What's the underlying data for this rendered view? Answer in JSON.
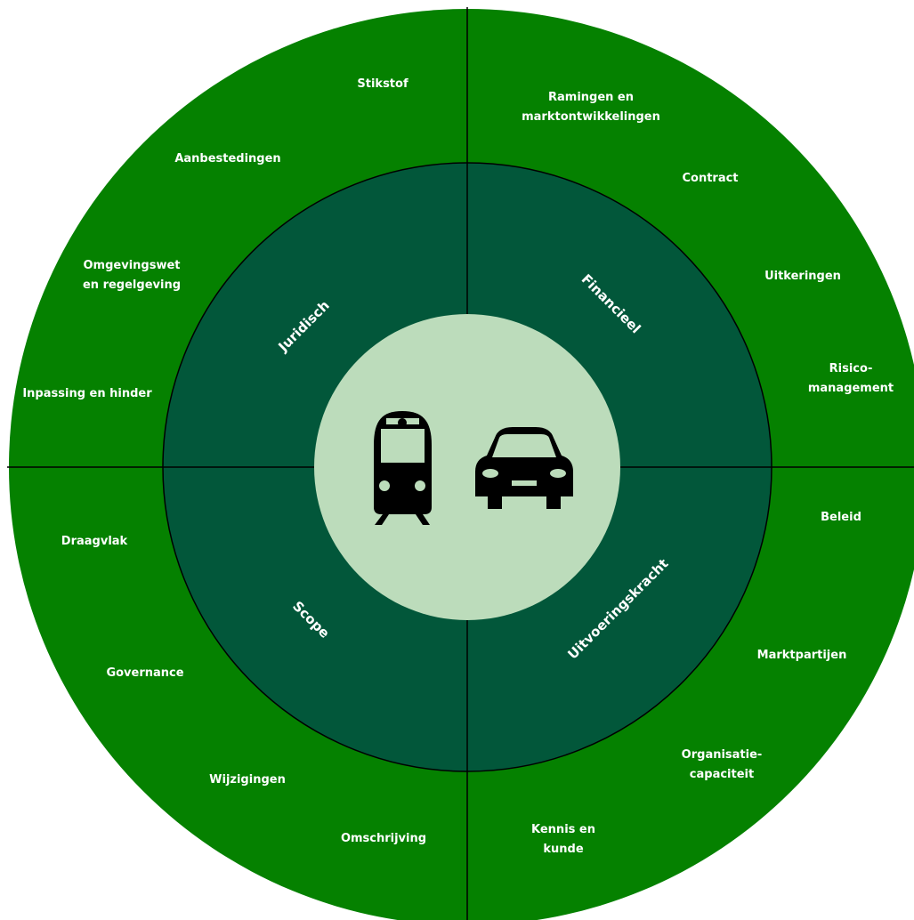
{
  "colors": {
    "outer_ring": "#058100",
    "inner_ring": "#02573a",
    "center": "#bcdcbb",
    "divider": "#000000",
    "text": "#ffffff",
    "icon": "#000000"
  },
  "center": {
    "icons": [
      "train-icon",
      "car-icon"
    ]
  },
  "quadrants": {
    "juridisch": {
      "label": "Juridisch",
      "items": {
        "stikstof": [
          "Stikstof"
        ],
        "aanbestedingen": [
          "Aanbestedingen"
        ],
        "omgevingswet": [
          "Omgevingswet",
          "en regelgeving"
        ],
        "inpassing": [
          "Inpassing en hinder"
        ]
      }
    },
    "financieel": {
      "label": "Financieel",
      "items": {
        "ramingen": [
          "Ramingen en",
          "marktontwikkelingen"
        ],
        "contract": [
          "Contract"
        ],
        "uitkeringen": [
          "Uitkeringen"
        ],
        "risicomanagement": [
          "Risico-",
          "management"
        ]
      }
    },
    "scope": {
      "label": "Scope",
      "items": {
        "draagvlak": [
          "Draagvlak"
        ],
        "governance": [
          "Governance"
        ],
        "wijzigingen": [
          "Wijzigingen"
        ],
        "omschrijving": [
          "Omschrijving"
        ]
      }
    },
    "uitvoeringskracht": {
      "label": "Uitvoeringskracht",
      "items": {
        "beleid": [
          "Beleid"
        ],
        "marktpartijen": [
          "Marktpartijen"
        ],
        "organisatiecapaciteit": [
          "Organisatie-",
          "capaciteit"
        ],
        "kennis": [
          "Kennis en",
          "kunde"
        ]
      }
    }
  }
}
